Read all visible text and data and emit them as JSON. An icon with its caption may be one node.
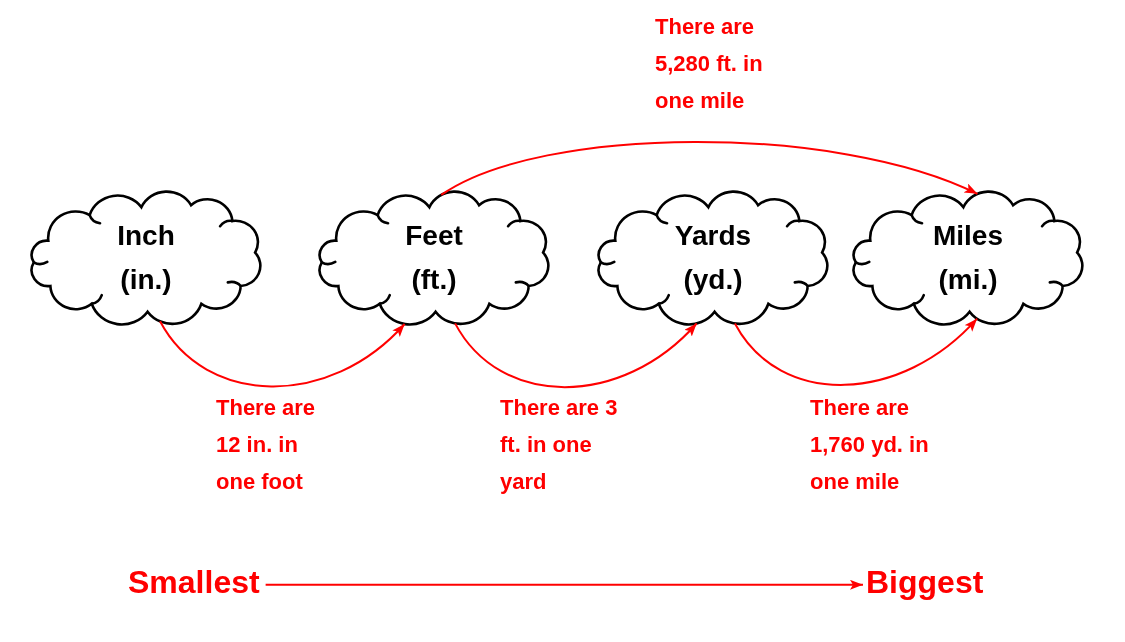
{
  "diagram": {
    "nodes": [
      {
        "text": [
          "Inch (in.)"
        ]
      },
      {
        "text": [
          "Feet (ft.)"
        ]
      },
      {
        "text": [
          "Yards (yd.)"
        ]
      },
      {
        "text": [
          "Miles (mi.)"
        ]
      },
      {
        "text": [
          "Smallest"
        ]
      },
      {
        "text": [
          "Biggest"
        ]
      }
    ],
    "edges": [
      {
        "from": 1,
        "to": 3,
        "arrow": "to",
        "label": "There are 5,280 ft. in one mile"
      },
      {
        "from": 0,
        "to": 1,
        "arrow": "to",
        "label": "There are 12 in. in one foot"
      },
      {
        "from": 1,
        "to": 2,
        "arrow": "to",
        "label": "There are 3 ft. in one yard"
      },
      {
        "from": 2,
        "to": 3,
        "arrow": "to",
        "label": "There are 1,760 yd. in one mile"
      },
      {
        "from": 4,
        "to": 5,
        "arrow": "to"
      }
    ]
  }
}
